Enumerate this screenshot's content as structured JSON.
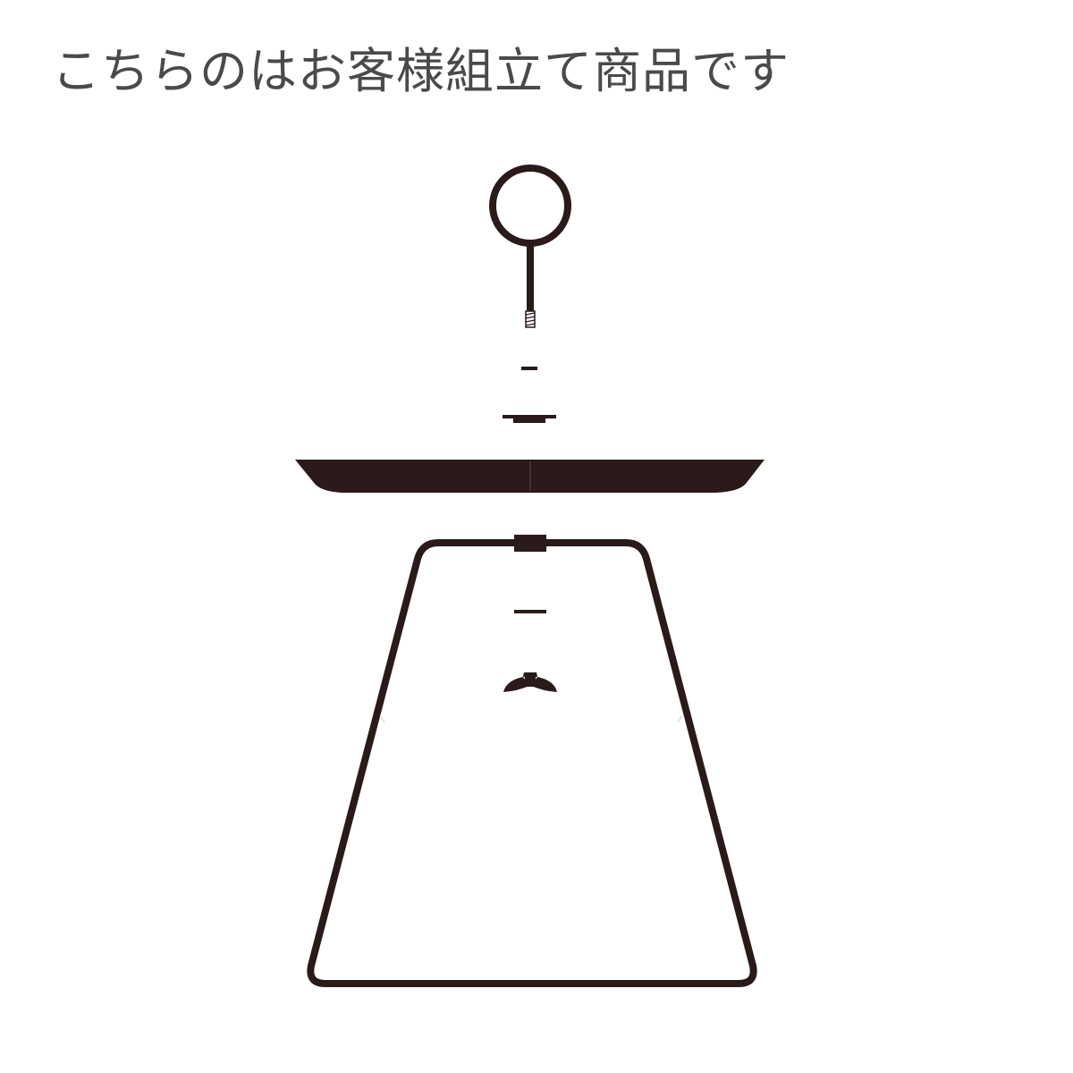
{
  "headline": "こちらのはお客様組立て商品です",
  "colors": {
    "ink": "#2a1a1a",
    "text": "#4a4a4a",
    "background": "#ffffff"
  },
  "diagram": {
    "parts": [
      "ring-handle-with-threaded-rod",
      "washer",
      "top-plate",
      "tray",
      "frame-stand",
      "washer",
      "wing-nut"
    ]
  }
}
